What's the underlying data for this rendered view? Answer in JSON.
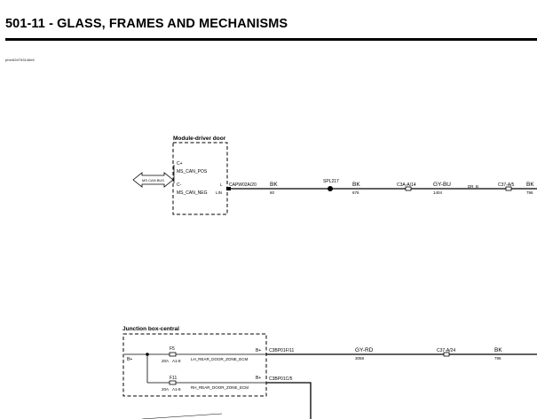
{
  "header": {
    "title": "501-11 - GLASS, FRAMES AND MECHANISMS",
    "ref_code": "pher62eT83146e6"
  },
  "module_driver_door": {
    "title": "Module-driver door",
    "pin_cp": "C+",
    "sig_pos": "MS_CAN_POS",
    "pin_cn": "C-",
    "sig_neg": "MS_CAN_NEG",
    "pin_l": "L",
    "pin_lin": "LIN",
    "bus_label": "MS CAN BUS"
  },
  "lin_wire": {
    "connector": "CAPW02A/20",
    "color_1": "BK",
    "circuit_1": "60",
    "splice": "SPL217",
    "color_2": "BK",
    "circuit_2": "676",
    "conn_2": "C3A-A/14",
    "color_3": "GY-BU",
    "circuit_3": "1404",
    "conn_3_label": "DR_B",
    "conn_4": "C37-A/5",
    "color_4": "BK",
    "circuit_4": "796"
  },
  "junction_box": {
    "title": "Junction box-central",
    "bplus_left": "B+",
    "fuse_1": "F5",
    "fuse_1_rating": "20A",
    "fuse_1_pin": "A1-8",
    "sig_1": "LH_REAR_DOOR_ZONE_ECM",
    "bplus_1": "B+",
    "fuse_2": "F11",
    "fuse_2_rating": "20A",
    "fuse_2_pin": "A1-8",
    "sig_2": "RH_REAR_DOOR_ZONE_ECM",
    "bplus_2": "B+"
  },
  "power_wire_1": {
    "connector": "C3BP01F/11",
    "color": "GY-RD",
    "circuit": "3058",
    "conn_2": "C37-A/24",
    "color_2": "BK",
    "circuit_2": "796"
  },
  "power_wire_2": {
    "connector": "C3BP01C/5"
  }
}
